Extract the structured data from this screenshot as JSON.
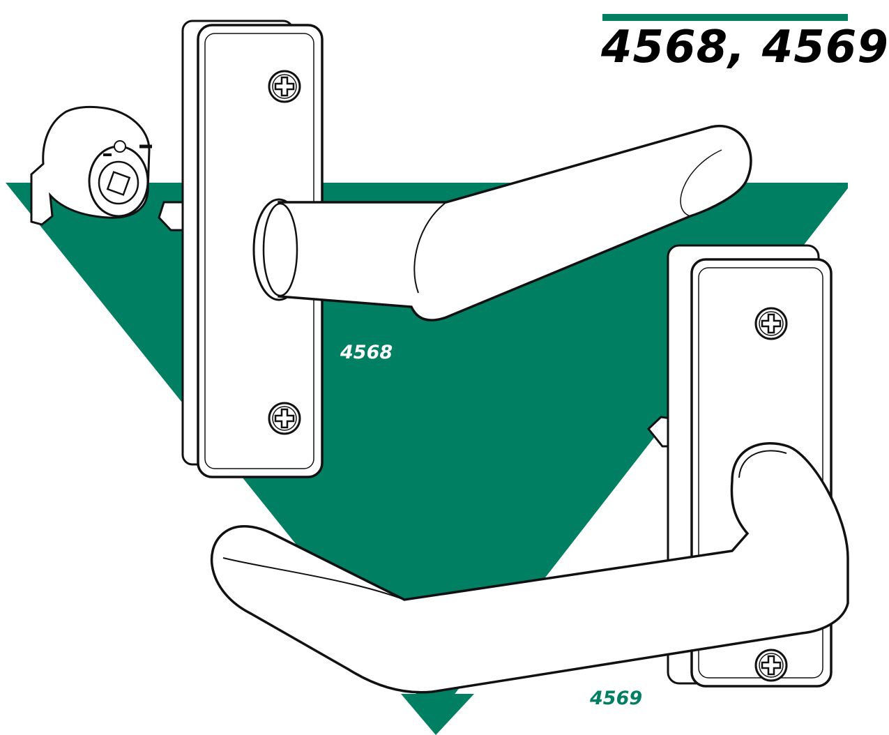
{
  "product": {
    "title": "4568, 4569",
    "labels": {
      "upper_lever": "4568",
      "lower_lever": "4569"
    }
  },
  "colors": {
    "brand_green": "#007f62",
    "line": "#111111",
    "part_fill": "#ffffff"
  },
  "parts": {
    "cylinder_cam": "cylinder-cam-icon",
    "escutcheon_4568": "escutcheon-plate",
    "lever_4568": "lever-handle",
    "escutcheon_4569": "escutcheon-plate",
    "lever_4569": "lever-handle",
    "screws": "phillips-screw-icon"
  }
}
